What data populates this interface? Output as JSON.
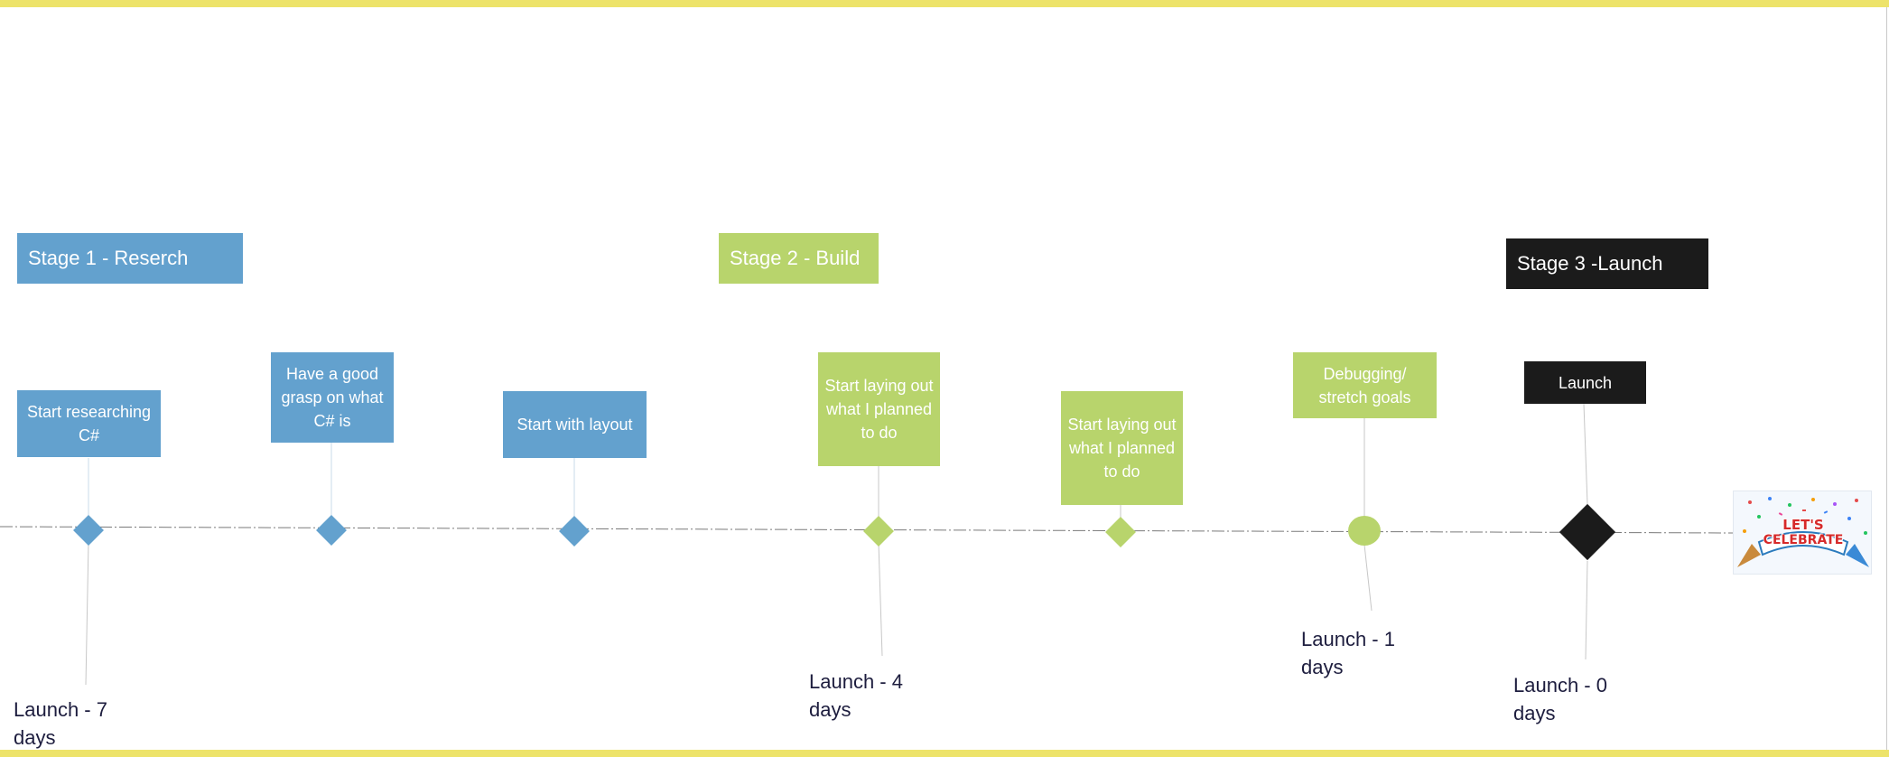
{
  "stages": [
    {
      "label": "Stage 1 - Reserch"
    },
    {
      "label": "Stage 2 - Build"
    },
    {
      "label": "Stage 3 -Launch"
    }
  ],
  "milestones": [
    {
      "label": "Start researching C#",
      "marker": "diamond",
      "color": "#63a1ce"
    },
    {
      "label": "Have a good grasp on what C# is",
      "marker": "diamond",
      "color": "#63a1ce"
    },
    {
      "label": "Start with layout",
      "marker": "diamond",
      "color": "#63a1ce"
    },
    {
      "label": "Start laying out what I planned to do",
      "marker": "diamond",
      "color": "#b8d46c"
    },
    {
      "label": "Start laying out what I planned to do",
      "marker": "diamond",
      "color": "#b8d46c"
    },
    {
      "label": "Debugging/ stretch goals",
      "marker": "circle",
      "color": "#b8d46c"
    },
    {
      "label": "Launch",
      "marker": "diamond",
      "color": "#1b1b1b"
    }
  ],
  "countdowns": [
    {
      "label": "Launch - 7\ndays"
    },
    {
      "label": "Launch - 4\ndays"
    },
    {
      "label": "Launch - 1\ndays"
    },
    {
      "label": "Launch - 0\ndays"
    }
  ],
  "celebration": {
    "line1": "LET'S",
    "line2": "CELEBRATE",
    "icon": "party-popper-icon"
  },
  "colors": {
    "stage1": "#63a1ce",
    "stage2": "#b8d46c",
    "stage3": "#1b1b1b",
    "frame": "#ede36a"
  }
}
